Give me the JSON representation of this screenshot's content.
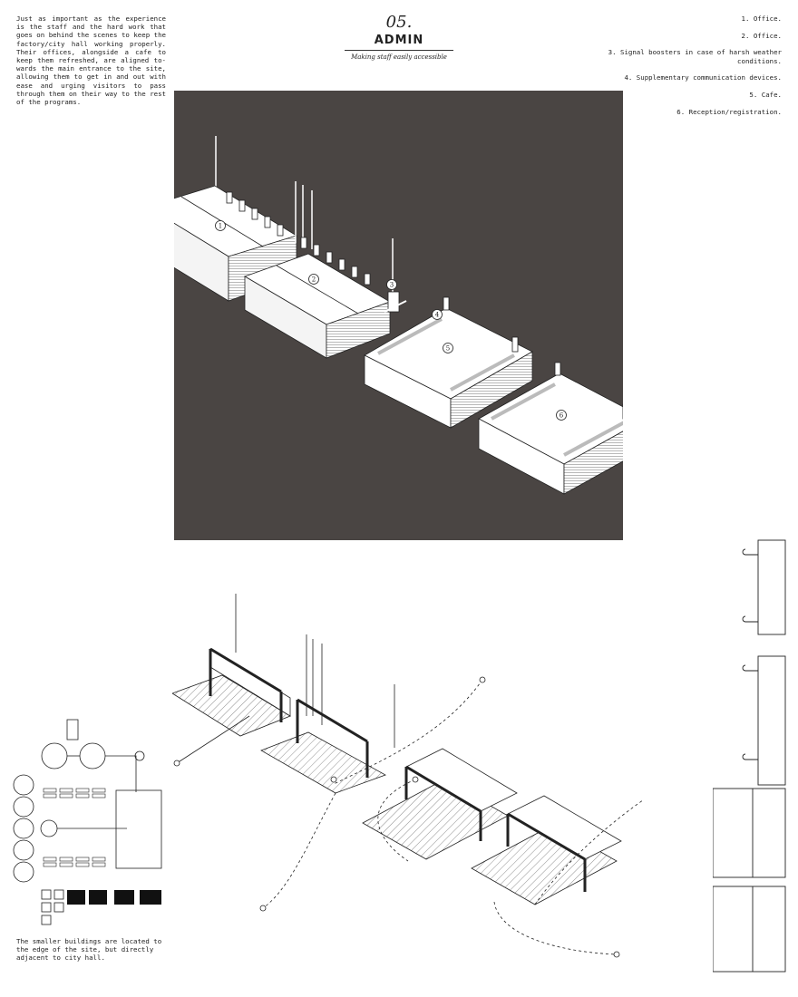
{
  "intro_text": "Just as important as the experience is the staff and the hard work that goes on behind the scenes to keep the factory/city hall working properly. Their offices, alongside a cafe to keep them refreshed, are aligned to-wards the main entrance to the site, allowing them to get in and out with ease and urging visitors to pass through them on their way to the rest of the programs.",
  "header": {
    "number": "05.",
    "title": "ADMIN",
    "subtitle": "Making staff easily accessible"
  },
  "legend": [
    "1. Office.",
    "2. Office.",
    "3. Signal boosters in case of harsh weather conditions.",
    "4. Supplementary communication devices.",
    "5. Cafe.",
    "6. Reception/registration."
  ],
  "markers": [
    "1",
    "2",
    "3",
    "4",
    "5",
    "6"
  ],
  "site_note": "The smaller buildings are located to the edge of the site, but directly adjacent to city hall.",
  "colors": {
    "panel_background": "#4a4543",
    "building_fill": "#ffffff",
    "line": "#222222"
  }
}
